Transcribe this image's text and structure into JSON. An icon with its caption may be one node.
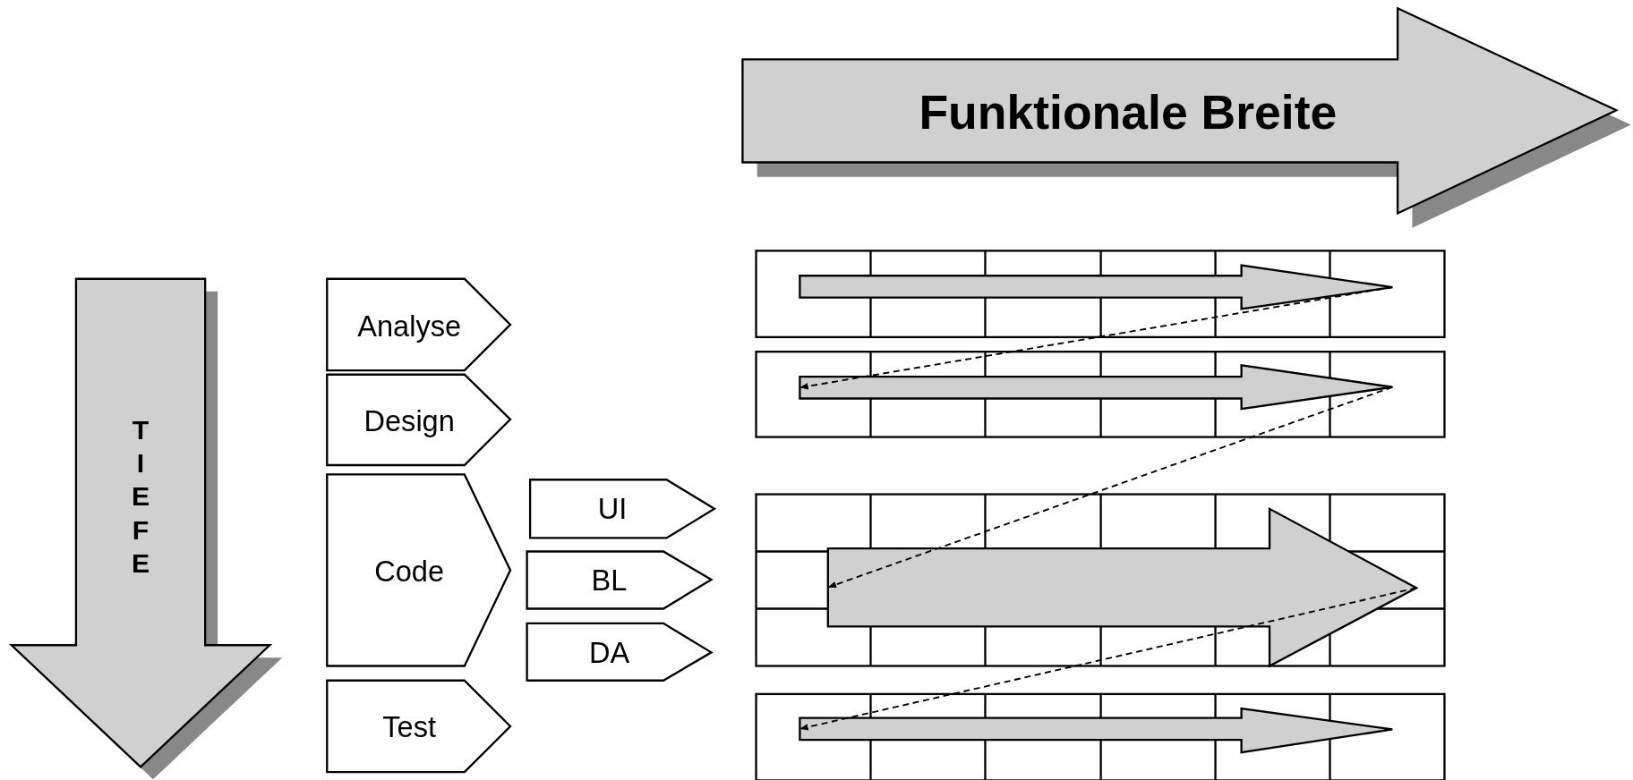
{
  "diagram": {
    "nodes": [
      {
        "text": [
          "Funktionale Breite"
        ]
      },
      {
        "text": [
          "TIEFE"
        ]
      },
      {
        "text": [
          "Analyse"
        ]
      },
      {
        "text": [
          "Design"
        ]
      },
      {
        "text": [
          "Code"
        ]
      },
      {
        "text": [
          "Test"
        ]
      },
      {
        "text": [
          "UI"
        ]
      },
      {
        "text": [
          "BL"
        ]
      },
      {
        "text": [
          "DA"
        ]
      },
      {
        "text": [],
        "shape": "arrow"
      },
      {
        "text": [],
        "shape": "arrow"
      },
      {
        "text": [],
        "shape": "arrow"
      },
      {
        "text": [],
        "shape": "arrow"
      }
    ],
    "edges": [
      {
        "from": 9,
        "to": 10,
        "arrow": "to",
        "style": "dashed"
      },
      {
        "from": 10,
        "to": 11,
        "arrow": "to",
        "style": "dashed"
      },
      {
        "from": 11,
        "to": 12,
        "arrow": "to",
        "style": "dashed"
      }
    ]
  }
}
